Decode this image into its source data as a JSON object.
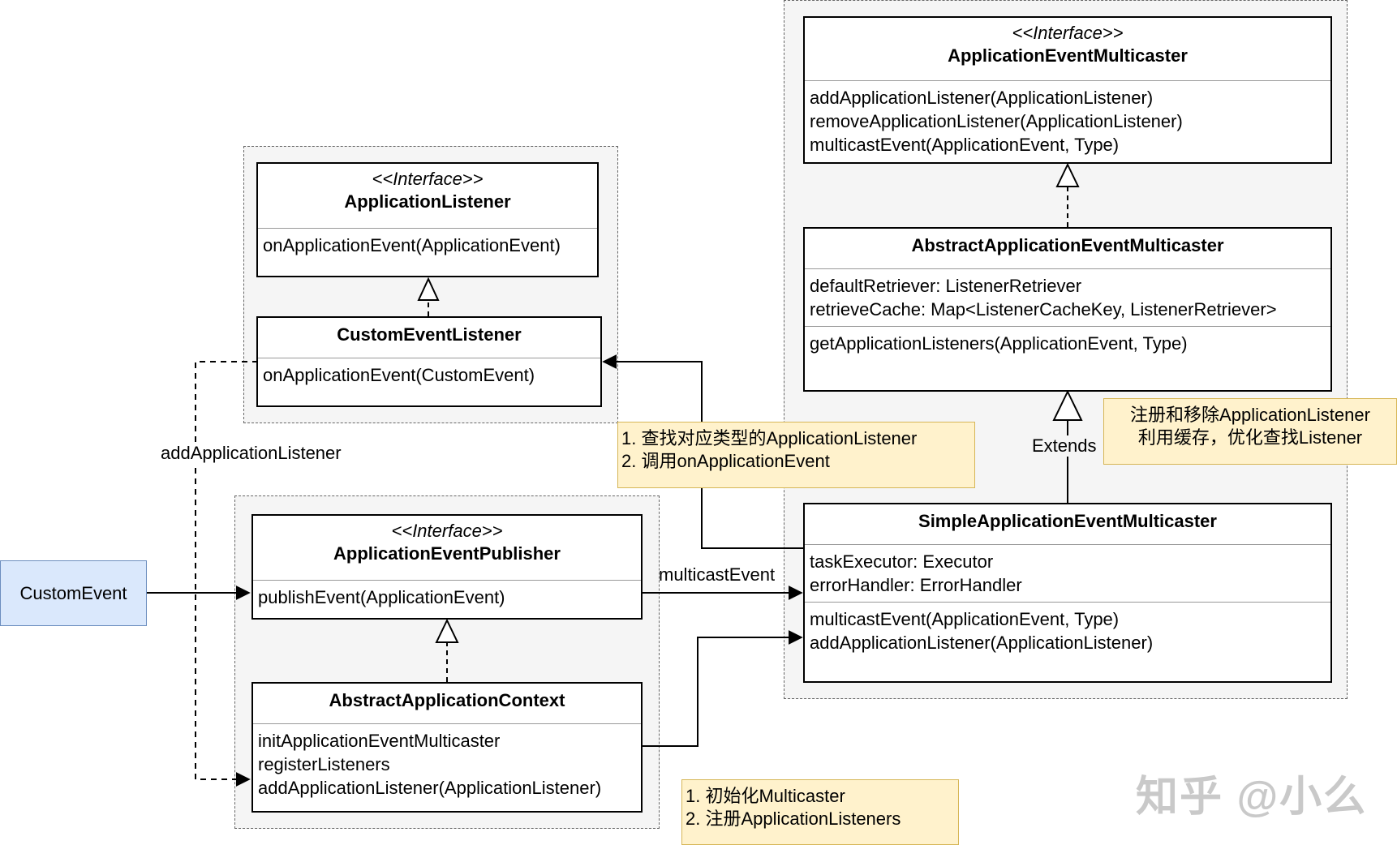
{
  "groups": {
    "listener": {},
    "publisher": {},
    "multicaster": {}
  },
  "classes": {
    "application_listener": {
      "stereotype": "<<Interface>>",
      "name": "ApplicationListener",
      "methods": [
        "onApplicationEvent(ApplicationEvent)"
      ]
    },
    "custom_event_listener": {
      "name": "CustomEventListener",
      "methods": [
        "onApplicationEvent(CustomEvent)"
      ]
    },
    "application_event_publisher": {
      "stereotype": "<<Interface>>",
      "name": "ApplicationEventPublisher",
      "methods": [
        "publishEvent(ApplicationEvent)"
      ]
    },
    "abstract_application_context": {
      "name": "AbstractApplicationContext",
      "methods": [
        "initApplicationEventMulticaster",
        "registerListeners",
        "addApplicationListener(ApplicationListener)"
      ]
    },
    "application_event_multicaster": {
      "stereotype": "<<Interface>>",
      "name": "ApplicationEventMulticaster",
      "methods": [
        "addApplicationListener(ApplicationListener)",
        "removeApplicationListener(ApplicationListener)",
        "multicastEvent(ApplicationEvent, Type)"
      ]
    },
    "abstract_application_event_multicaster": {
      "name": "AbstractApplicationEventMulticaster",
      "fields": [
        "defaultRetriever: ListenerRetriever",
        "retrieveCache: Map<ListenerCacheKey, ListenerRetriever>"
      ],
      "methods": [
        "getApplicationListeners(ApplicationEvent, Type)"
      ]
    },
    "simple_application_event_multicaster": {
      "name": "SimpleApplicationEventMulticaster",
      "fields": [
        "taskExecutor: Executor",
        "errorHandler: ErrorHandler"
      ],
      "methods": [
        "multicastEvent(ApplicationEvent, Type)",
        "addApplicationListener(ApplicationListener)"
      ]
    }
  },
  "custom_event": "CustomEvent",
  "notes": {
    "find_listener": [
      "1. 查找对应类型的ApplicationListener",
      "2. 调用onApplicationEvent"
    ],
    "register_remove": [
      "注册和移除ApplicationListener",
      "利用缓存，优化查找Listener"
    ],
    "init_multicaster": [
      "1. 初始化Multicaster",
      "2. 注册ApplicationListeners"
    ]
  },
  "edge_labels": {
    "add_listener": "addApplicationListener",
    "multicast_event": "multicastEvent",
    "extends": "Extends"
  },
  "watermark": "知乎 @小么",
  "colors": {
    "group_fill": "#f5f5f5",
    "note_fill": "#fff2cc",
    "note_border": "#d6b656",
    "event_fill": "#dae8fc",
    "event_border": "#6c8ebf"
  }
}
